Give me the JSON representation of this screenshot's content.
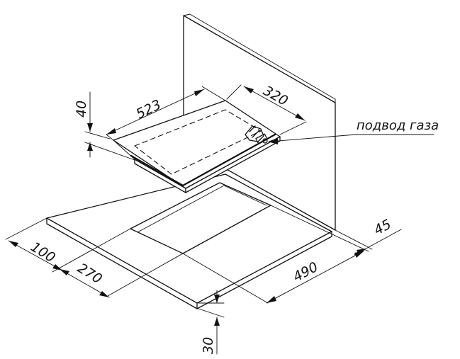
{
  "labels": {
    "gas_inlet": "подвод газа"
  },
  "dimensions": {
    "hob_length": "523",
    "hob_depth": "320",
    "hob_height": "40",
    "front_offset": "100",
    "cutout_depth": "270",
    "cutout_width": "490",
    "back_offset": "45",
    "worktop_thickness": "30"
  },
  "colors": {
    "line": "#111111",
    "background": "#ffffff"
  }
}
